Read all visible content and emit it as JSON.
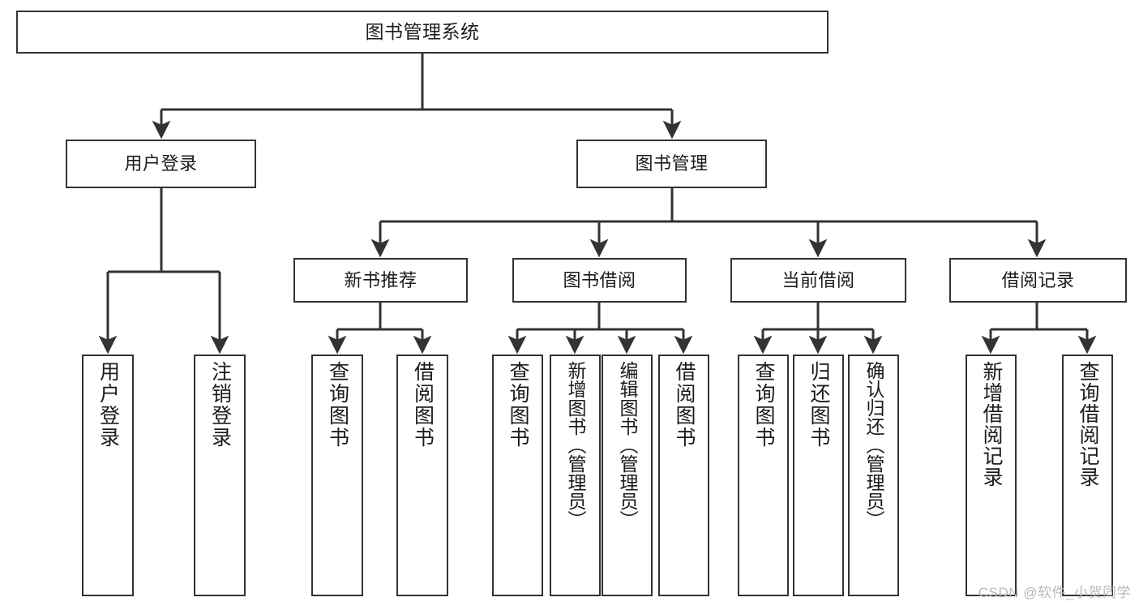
{
  "diagram": {
    "title": "图书管理系统",
    "watermark": "CSDN @软件_小贺同学",
    "level1": {
      "label": "图书管理系统"
    },
    "level2": [
      {
        "label": "用户登录"
      },
      {
        "label": "图书管理"
      }
    ],
    "level3": [
      {
        "label": "新书推荐"
      },
      {
        "label": "图书借阅"
      },
      {
        "label": "当前借阅"
      },
      {
        "label": "借阅记录"
      }
    ],
    "leaves": {
      "user_login": [
        {
          "label": "用户登录"
        },
        {
          "label": "注销登录"
        }
      ],
      "new_book_recommend": [
        {
          "label": "查询图书"
        },
        {
          "label": "借阅图书"
        }
      ],
      "book_borrow": [
        {
          "label": "查询图书"
        },
        {
          "label": "新增图书（管理员）"
        },
        {
          "label": "编辑图书（管理员）"
        },
        {
          "label": "借阅图书"
        }
      ],
      "current_borrow": [
        {
          "label": "查询图书"
        },
        {
          "label": "归还图书"
        },
        {
          "label": "确认归还（管理员）"
        }
      ],
      "borrow_record": [
        {
          "label": "新增借阅记录"
        },
        {
          "label": "查询借阅记录"
        }
      ]
    }
  },
  "colors": {
    "border": "#333333",
    "background": "#ffffff",
    "text": "#1b1b1b",
    "watermark": "#b9b9b9"
  }
}
